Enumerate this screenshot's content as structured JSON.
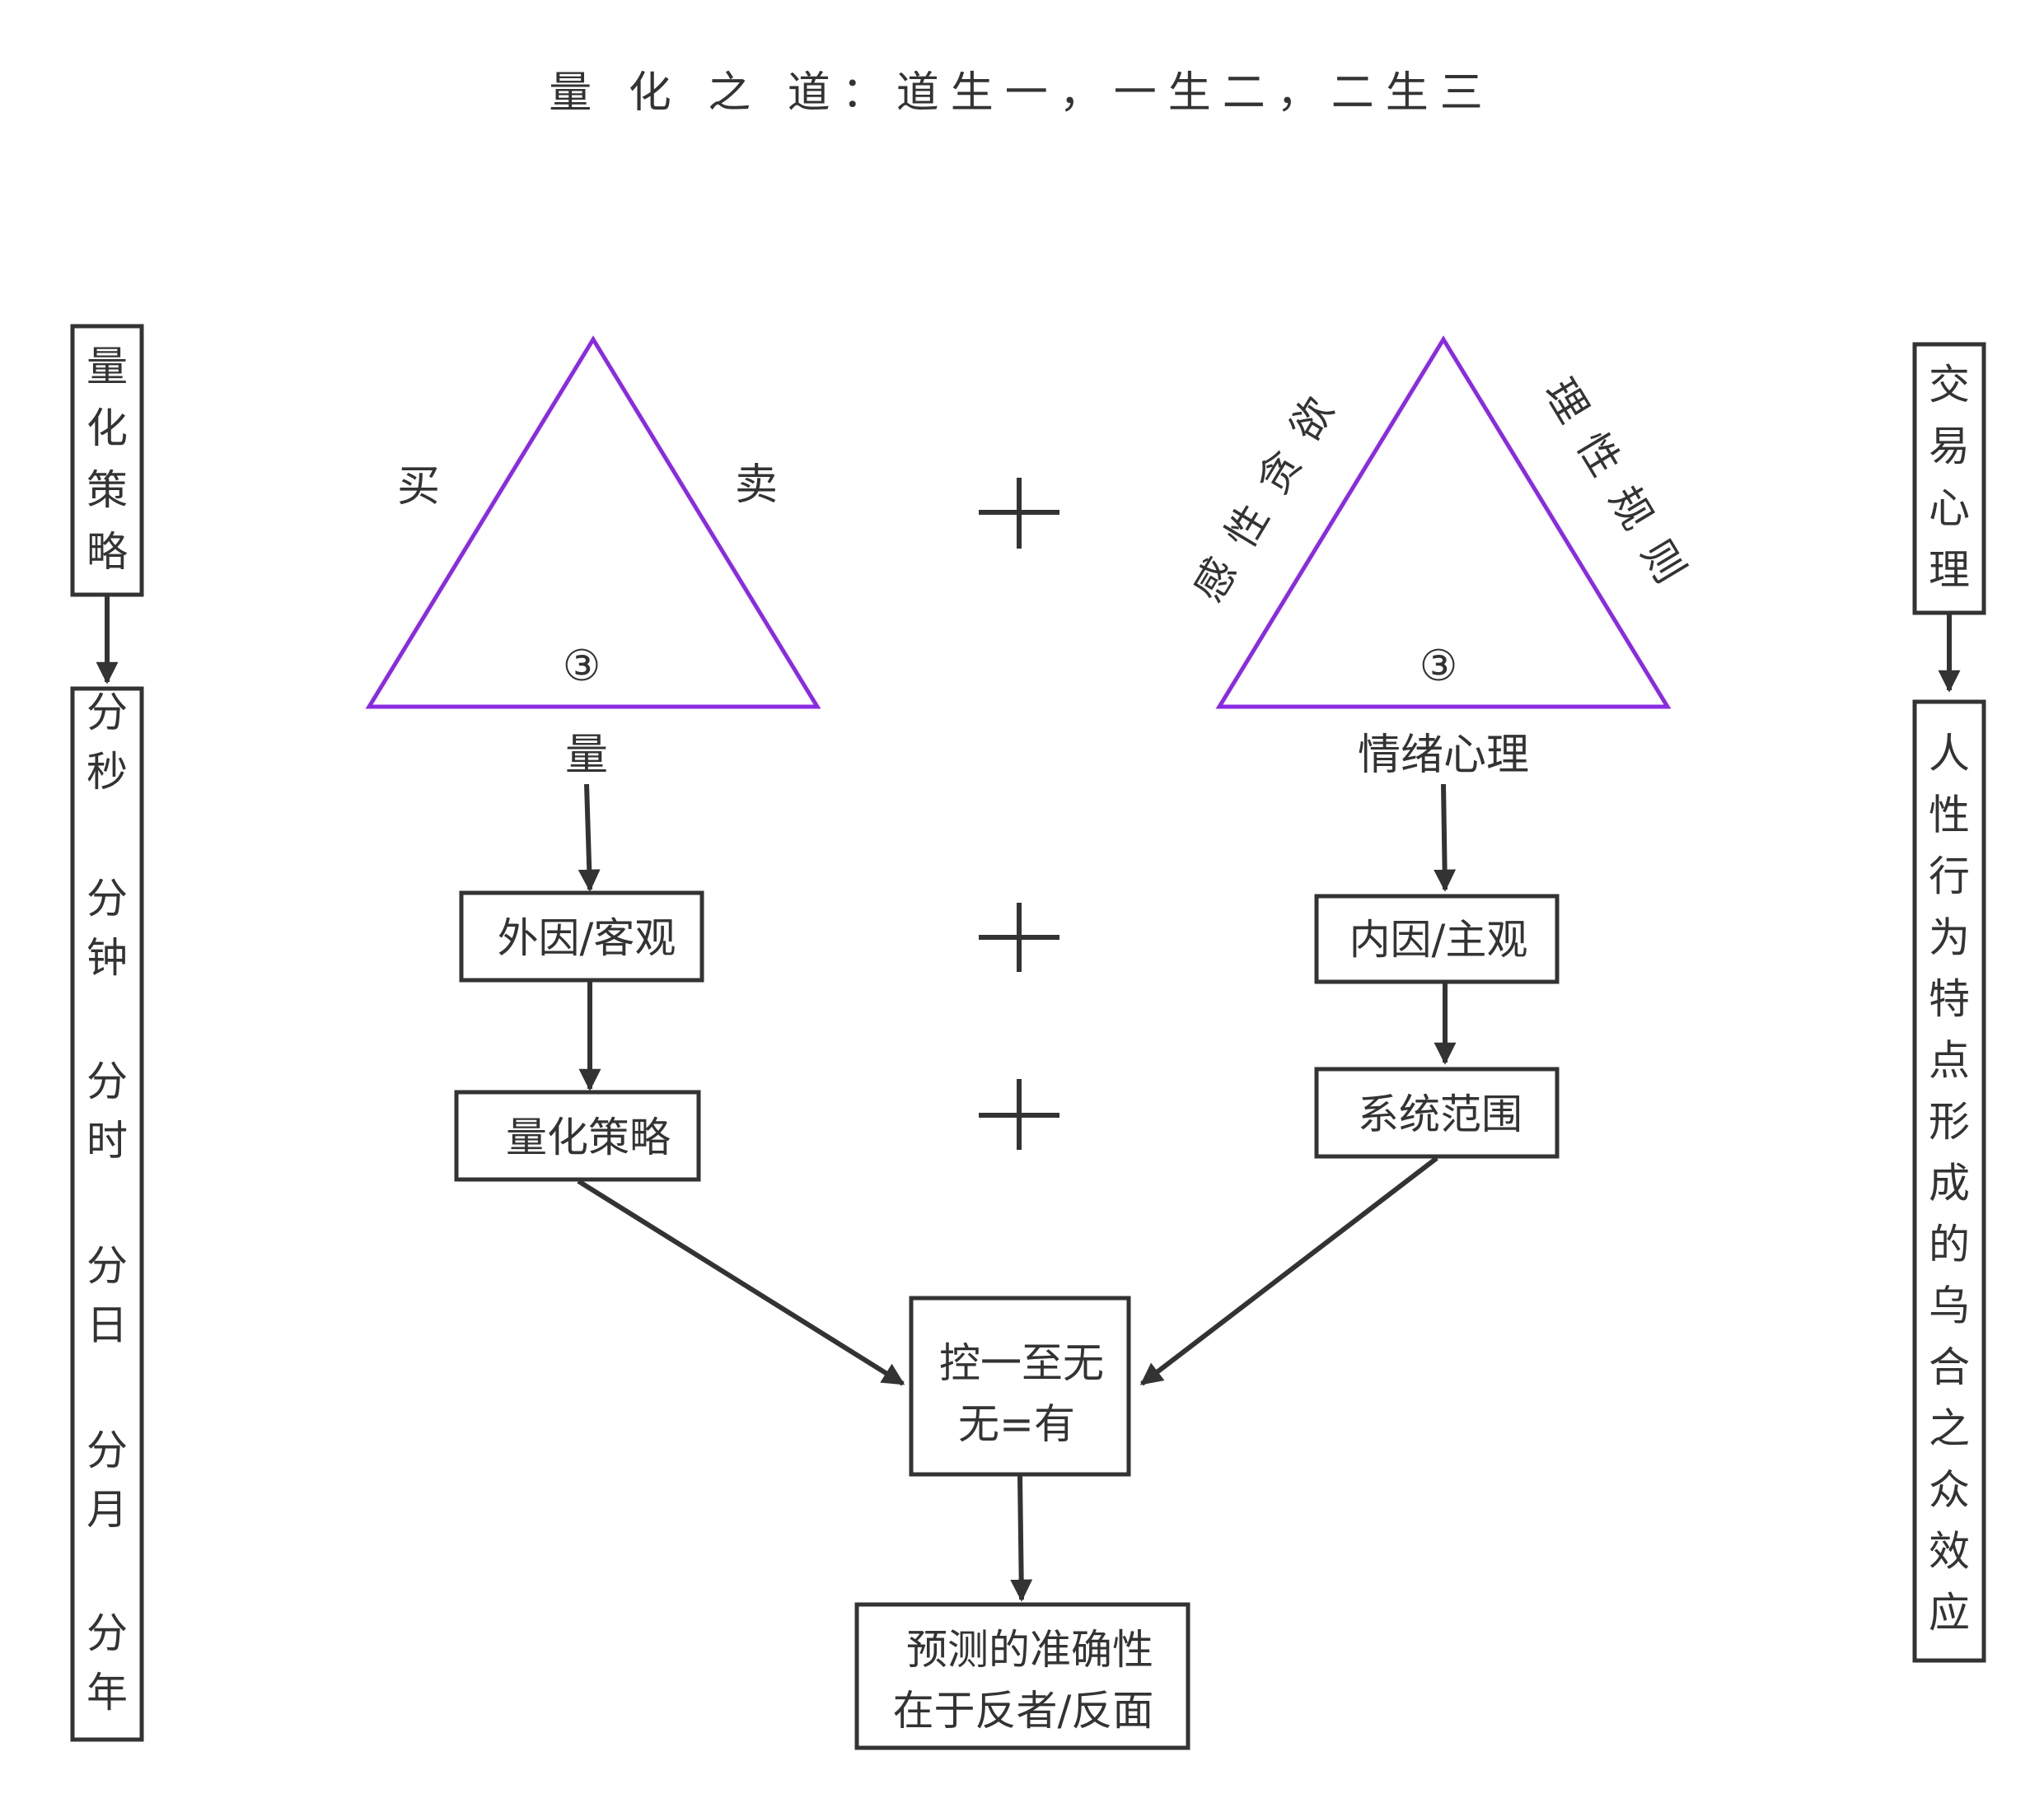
{
  "title": "量 化 之 道：道生一，一生二，二生三",
  "colors": {
    "ink": "#333333",
    "triangle": "#8a2be2",
    "background": "#ffffff"
  },
  "left_column": {
    "header": "量化策略",
    "timeframes": [
      "分秒",
      "分钟",
      "分时",
      "分日",
      "分月",
      "分年"
    ]
  },
  "right_column": {
    "header": "交易心理",
    "body": "人性行为特点形成的乌合之众效应"
  },
  "triangle_left": {
    "left_label": "买",
    "right_label": "卖",
    "center": "③",
    "bottom_label": "量"
  },
  "triangle_right": {
    "left_label": "感性贪欲",
    "right_label": "理性规则",
    "center": "③",
    "bottom_label": "情绪心理"
  },
  "plus_sign": "+",
  "boxes": {
    "external": "外因/客观",
    "internal": "内因/主观",
    "quant_strategy": "量化策略",
    "system_scope": "系统范围",
    "center": [
      "控一至无",
      "无=有"
    ],
    "bottom": [
      "预测的准确性",
      "在于反者/反面"
    ]
  }
}
